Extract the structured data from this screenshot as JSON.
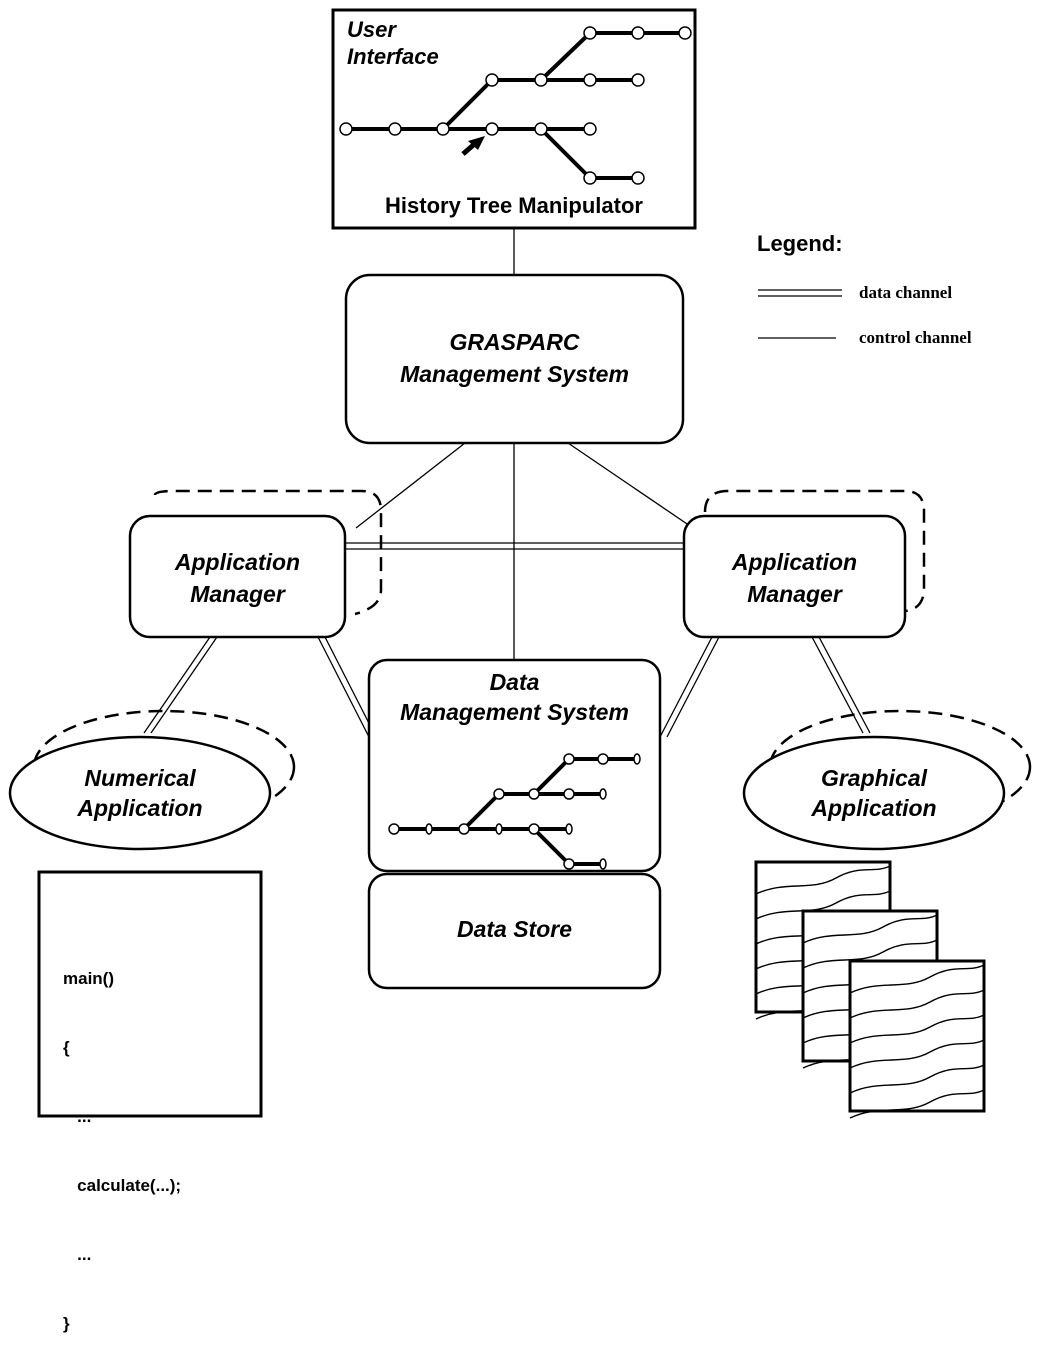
{
  "user_interface": {
    "title_line1": "User",
    "title_line2": "Interface",
    "caption": "History Tree Manipulator"
  },
  "legend": {
    "title": "Legend:",
    "data_channel": "data channel",
    "control_channel": "control channel"
  },
  "management_system": {
    "line1": "GRASPARC",
    "line2": "Management System"
  },
  "app_manager_left": {
    "line1": "Application",
    "line2": "Manager"
  },
  "app_manager_right": {
    "line1": "Application",
    "line2": "Manager"
  },
  "data_management": {
    "line1": "Data",
    "line2": "Management System"
  },
  "data_store": {
    "label": "Data Store"
  },
  "numerical_app": {
    "line1": "Numerical",
    "line2": "Application"
  },
  "graphical_app": {
    "line1": "Graphical",
    "line2": "Application"
  },
  "code": {
    "lines": [
      "main()",
      "{",
      "   ...",
      "   calculate(...);",
      "   ...",
      "}"
    ]
  },
  "colors": {
    "stroke": "#000000",
    "background": "#ffffff"
  }
}
